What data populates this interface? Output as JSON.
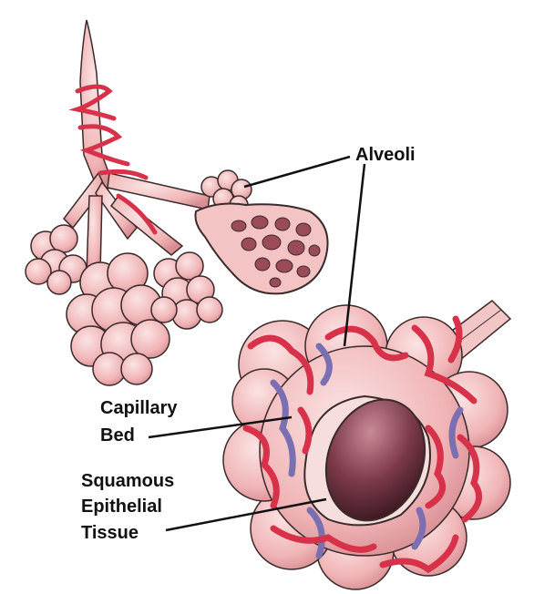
{
  "labels": {
    "alveoli": "Alveoli",
    "capillary_line1": "Capillary",
    "capillary_line2": "Bed",
    "squamous_line1": "Squamous",
    "squamous_line2": "Epithelial",
    "squamous_line3": "Tissue"
  },
  "colors": {
    "tissue": "#f2b8b8",
    "tissue_shadow": "#d48c90",
    "outline": "#3a2a2a",
    "artery": "#d8324a",
    "vein": "#7a6fb0",
    "cavity": "#7a3a48",
    "leader": "#111111"
  }
}
